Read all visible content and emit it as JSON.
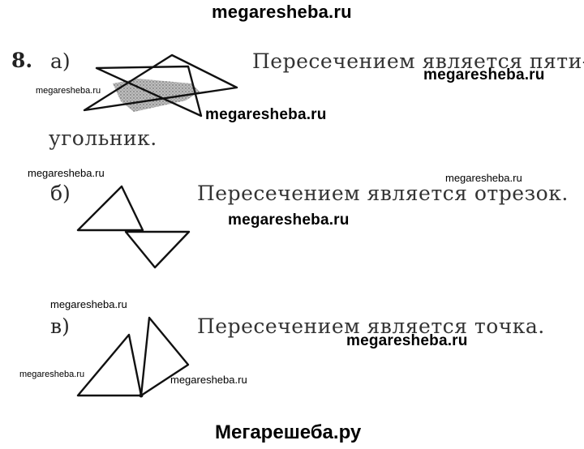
{
  "header": {
    "watermark": "megaresheba.ru"
  },
  "exercise": {
    "number": "8.",
    "parts": [
      {
        "label": "а)",
        "answer_line1": "Пересечением является пяти-",
        "answer_line2": "угольник."
      },
      {
        "label": "б)",
        "answer": "Пересечением является отрезок."
      },
      {
        "label": "в)",
        "answer": "Пересечением является точка."
      }
    ]
  },
  "watermarks": {
    "a_left": "megaresheba.ru",
    "a_right": "megaresheba.ru",
    "a_bold": "megaresheba.ru",
    "b_left": "megaresheba.ru",
    "b_right": "megaresheba.ru",
    "b_bold": "megaresheba.ru",
    "c_top": "megaresheba.ru",
    "c_left": "megaresheba.ru",
    "c_mid": "megaresheba.ru",
    "c_bold": "megaresheba.ru"
  },
  "footer": {
    "title": "Мегарешеба.ру"
  }
}
